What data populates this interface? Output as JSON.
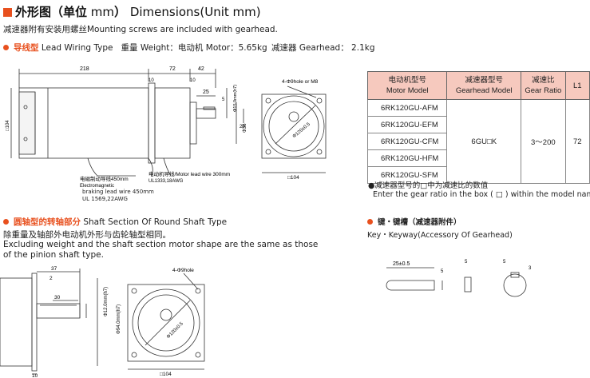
{
  "header": {
    "title_cn": "外形图（单位",
    "title_unit": "mm",
    "title_close": "）",
    "title_en": "Dimensions(Unit mm)"
  },
  "intro": "减速器附有安装用螺丝Mounting screws are included with gearhead.",
  "lead_wiring": {
    "label_cn": "导线型",
    "label_en": "Lead Wiring Type",
    "weight": "重量 Weight：电动机 Motor：5.65kg",
    "gearhead": "减速器 Gearhead： 2.1kg"
  },
  "drawing_top": {
    "dim_218": "218",
    "dim_72": "72",
    "dim_42": "42",
    "dim_10a": "10",
    "dim_10b": "10",
    "dim_25": "25",
    "dim_104": "□104",
    "shaft": "Φ15.0mm(h7)",
    "dia36": "Φ36",
    "dim_20": "20",
    "dim_5": "5",
    "brake_lead": "电磁制动导线450mm",
    "brake_en1": "Electromagnetic",
    "brake_en2": "braking lead wire 450mm",
    "brake_ul": "UL 1569,22AWG",
    "motor_lead": "电动机导线/Motor lead wire 300mm",
    "motor_ul": "UL1333,18AWG",
    "hole_label": "4-Φ9hole or M8",
    "pcd": "Φ120±0.5",
    "front_104": "□104"
  },
  "table": {
    "headers": [
      {
        "cn": "电动机型号",
        "en": "Motor Model"
      },
      {
        "cn": "减速器型号",
        "en": "Gearhead Model"
      },
      {
        "cn": "减速比",
        "en": "Gear Ratio"
      },
      {
        "cn": "L1",
        "en": ""
      }
    ],
    "models": [
      "6RK120GU-AFM",
      "6RK120GU-EFM",
      "6RK120GU-CFM",
      "6RK120GU-HFM",
      "6RK120GU-SFM"
    ],
    "gearhead": "6GU□K",
    "ratio": "3～200",
    "l1": "72"
  },
  "note_cn": "●减速器型号的□中为减速比的数值",
  "note_en": "Enter the gear ratio in the box ( □ ) within the model name",
  "key_section": {
    "label_cn": "键・键槽（减速器附件）",
    "label_en": "Key・Keyway(Accessory Of Gearhead)",
    "dim_25": "25±0.5",
    "dim_5a": "5",
    "dim_5b": "5",
    "dim_5c": "5",
    "dim_3": "3"
  },
  "round_shaft": {
    "label_cn": "圆轴型的转轴部分",
    "label_en": "Shaft Section Of Round Shaft Type",
    "desc_cn": "除重量及轴部外电动机外形与齿轮轴型相同。",
    "desc_en1": "Excluding weight and the shaft section motor shape are the same as those",
    "desc_en2": "of the pinion shaft type.",
    "dim_37": "37",
    "dim_2": "2",
    "dim_30": "30",
    "dim_10": "10",
    "shaft": "Φ12.0mm(h7)",
    "dia94": "Φ94.0mm(h7)",
    "hole_label": "4-Φ9hole",
    "pcd": "Φ120±0.5",
    "front_104": "□104"
  }
}
